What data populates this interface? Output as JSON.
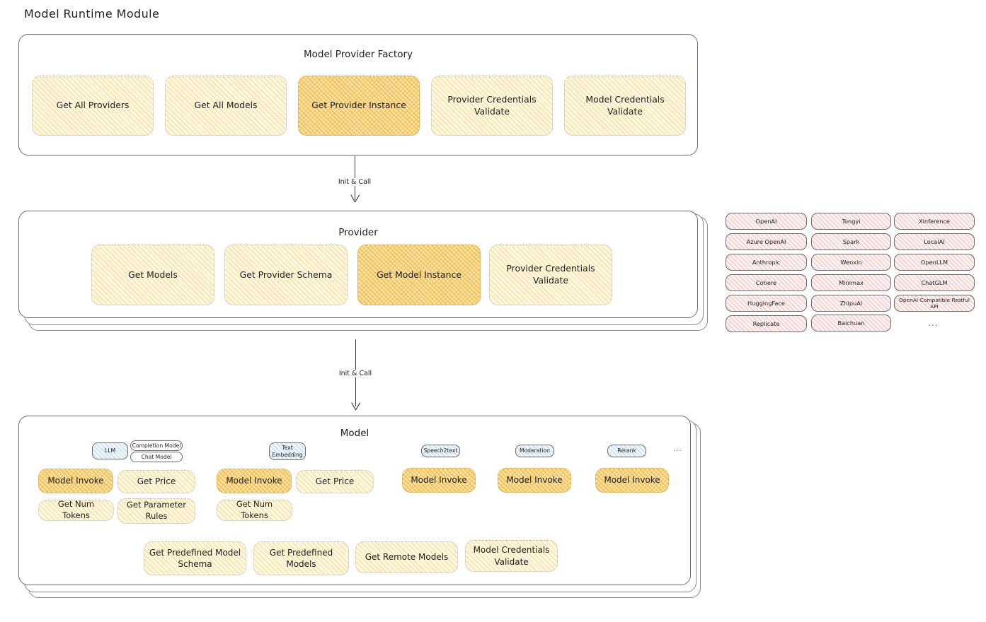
{
  "page": {
    "title": "Model Runtime Module"
  },
  "factory": {
    "title": "Model Provider Factory",
    "items": [
      {
        "label": "Get All Providers",
        "highlighted": false
      },
      {
        "label": "Get All Models",
        "highlighted": false
      },
      {
        "label": "Get Provider Instance",
        "highlighted": true
      },
      {
        "label": "Provider Credentials Validate",
        "highlighted": false
      },
      {
        "label": "Model Credentials Validate",
        "highlighted": false
      }
    ]
  },
  "arrows": [
    {
      "label": "Init & Call"
    },
    {
      "label": "Init & Call"
    }
  ],
  "provider": {
    "title": "Provider",
    "items": [
      {
        "label": "Get Models",
        "highlighted": false
      },
      {
        "label": "Get Provider Schema",
        "highlighted": false
      },
      {
        "label": "Get Model Instance",
        "highlighted": true
      },
      {
        "label": "Provider Credentials Validate",
        "highlighted": false
      }
    ]
  },
  "provider_list": {
    "columns": [
      [
        "OpenAI",
        "Azure OpenAI",
        "Anthropic",
        "Cohere",
        "HuggingFace",
        "Replicate"
      ],
      [
        "Tongyi",
        "Spark",
        "Wenxin",
        "Minimax",
        "ZhipuAI",
        "Baichuan"
      ],
      [
        "Xinference",
        "LocalAI",
        "OpenLLM",
        "ChatGLM",
        "OpenAI-Compatible Restful API"
      ]
    ],
    "ellipsis": "..."
  },
  "model": {
    "title": "Model",
    "ellipsis": "...",
    "groups": [
      {
        "badge": "LLM",
        "sub_badges": [
          "Completion Model",
          "Chat Model"
        ],
        "methods": [
          {
            "label": "Model Invoke",
            "highlighted": true
          },
          {
            "label": "Get Price",
            "highlighted": false
          },
          {
            "label": "Get Num Tokens",
            "highlighted": false
          },
          {
            "label": "Get Parameter Rules",
            "highlighted": false
          }
        ]
      },
      {
        "badge": "Text Embedding",
        "sub_badges": [],
        "methods": [
          {
            "label": "Model Invoke",
            "highlighted": true
          },
          {
            "label": "Get Price",
            "highlighted": false
          },
          {
            "label": "Get Num Tokens",
            "highlighted": false
          }
        ]
      },
      {
        "badge": "Speech2text",
        "sub_badges": [],
        "methods": [
          {
            "label": "Model Invoke",
            "highlighted": true
          }
        ]
      },
      {
        "badge": "Moderation",
        "sub_badges": [],
        "methods": [
          {
            "label": "Model Invoke",
            "highlighted": true
          }
        ]
      },
      {
        "badge": "Rerank",
        "sub_badges": [],
        "methods": [
          {
            "label": "Model Invoke",
            "highlighted": true
          }
        ]
      }
    ],
    "common_methods": [
      {
        "label": "Get Predefined Model Schema"
      },
      {
        "label": "Get Predefined Models"
      },
      {
        "label": "Get Remote Models"
      },
      {
        "label": "Model Credentials Validate"
      }
    ]
  },
  "colors": {
    "fill_yellow": "#fdf6e0",
    "fill_yellow_strong": "#fbe3ab",
    "fill_pink": "#fdf1f1",
    "fill_blue": "#eef6fb",
    "stroke": "#6b6b6b",
    "text": "#1e1e1e"
  }
}
